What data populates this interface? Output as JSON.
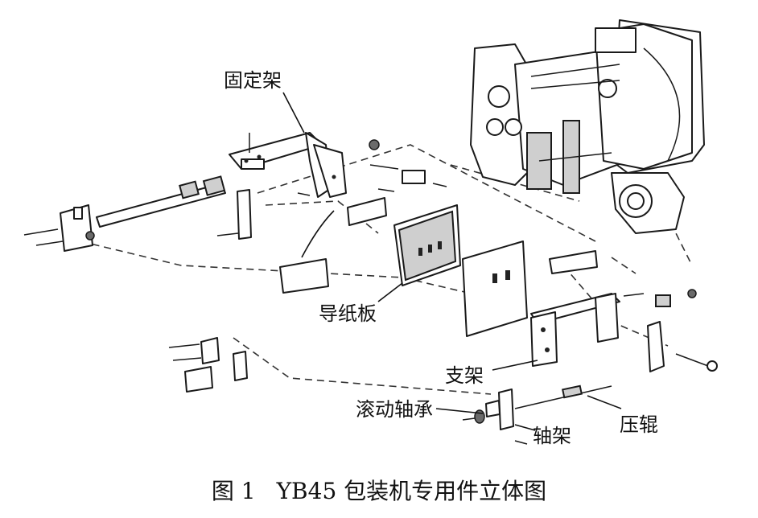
{
  "labels": {
    "fixed_frame": "固定架",
    "paper_guide": "导纸板",
    "bracket": "支架",
    "rolling_bearing": "滚动轴承",
    "bearing_frame": "轴架",
    "press_roller": "压辊"
  },
  "caption": {
    "figure_number": "图 1",
    "title": "YB45 包装机专用件立体图"
  }
}
